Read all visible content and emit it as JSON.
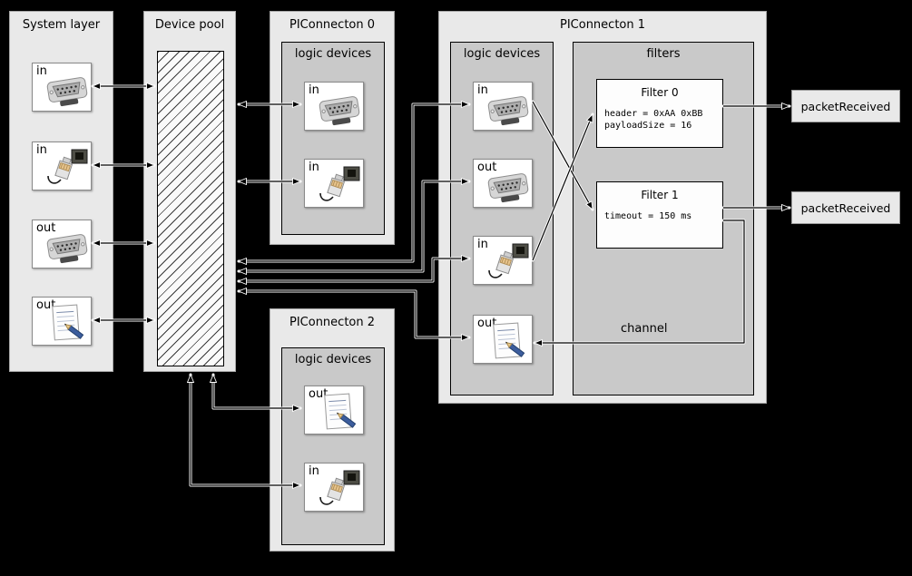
{
  "system_layer": {
    "title": "System layer",
    "devices": [
      {
        "label": "in",
        "icon": "serial"
      },
      {
        "label": "in",
        "icon": "ethernet"
      },
      {
        "label": "out",
        "icon": "serial"
      },
      {
        "label": "out",
        "icon": "notes"
      }
    ]
  },
  "device_pool": {
    "title": "Device pool"
  },
  "piconnecton_0": {
    "title": "PIConnecton 0",
    "group_title": "logic devices",
    "devices": [
      {
        "label": "in",
        "icon": "serial"
      },
      {
        "label": "in",
        "icon": "ethernet"
      }
    ]
  },
  "piconnecton_1": {
    "title": "PIConnecton 1",
    "group_title": "logic devices",
    "filters_title": "filters",
    "channel_label": "channel",
    "devices": [
      {
        "label": "in",
        "icon": "serial"
      },
      {
        "label": "out",
        "icon": "serial"
      },
      {
        "label": "in",
        "icon": "ethernet"
      },
      {
        "label": "out",
        "icon": "notes"
      }
    ],
    "filters": [
      {
        "title": "Filter 0",
        "params": [
          "header = 0xAA 0xBB",
          "payloadSize = 16"
        ]
      },
      {
        "title": "Filter 1",
        "params": [
          "timeout = 150 ms"
        ]
      }
    ]
  },
  "piconnecton_2": {
    "title": "PIConnecton 2",
    "group_title": "logic devices",
    "devices": [
      {
        "label": "out",
        "icon": "notes"
      },
      {
        "label": "in",
        "icon": "ethernet"
      }
    ]
  },
  "outputs": [
    {
      "label": "packetReceived"
    },
    {
      "label": "packetReceived"
    }
  ],
  "icons": {
    "serial": "serial-port-icon",
    "ethernet": "ethernet-plug-icon",
    "notes": "notes-pencil-icon"
  },
  "colors": {
    "background": "#000000",
    "panel": "#e9e9e9",
    "inner_panel": "#c9c9c9",
    "device": "#ffffff",
    "wire": "#000000",
    "wire_casing": "#ffffff"
  }
}
